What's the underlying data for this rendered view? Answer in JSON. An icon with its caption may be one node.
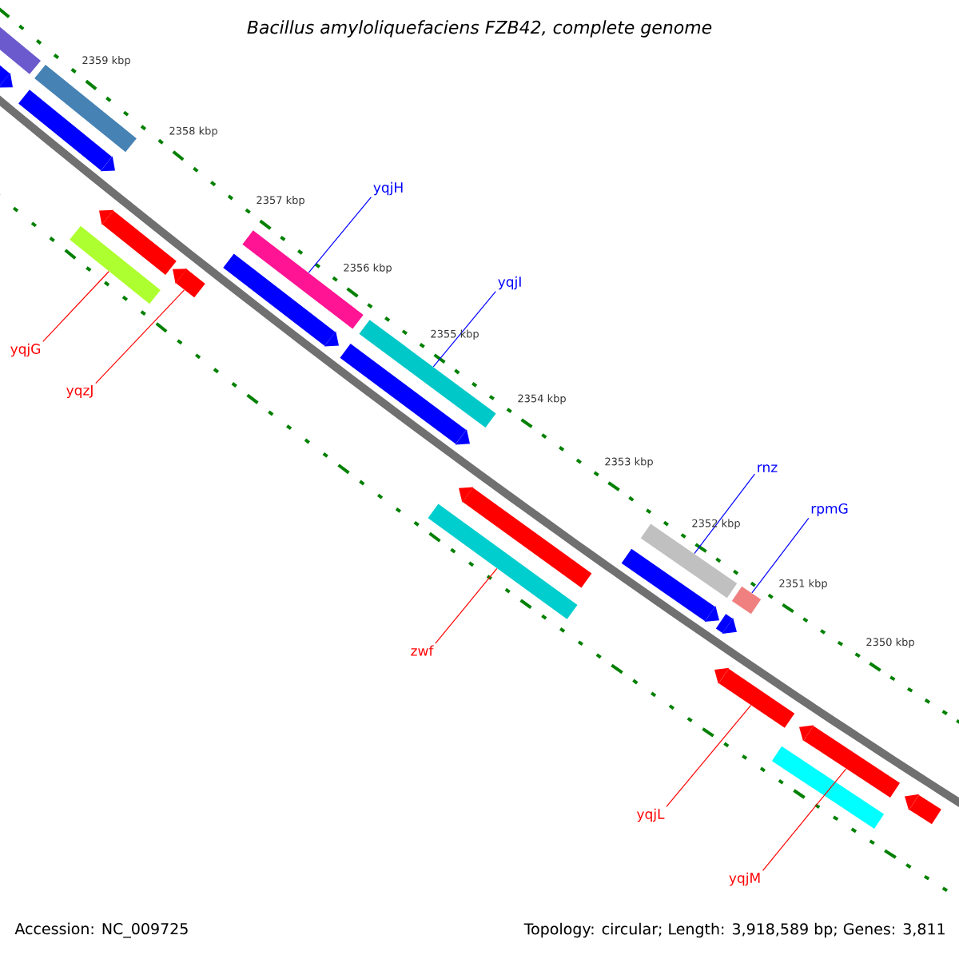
{
  "diagram": {
    "title": "Bacillus amyloliquefaciens FZB42, complete genome",
    "nodes": [
      {
        "text": [
          "yqjH"
        ]
      },
      {
        "text": [],
        "shape": "bar"
      },
      {
        "text": [
          "yqjI"
        ]
      },
      {
        "text": [],
        "shape": "bar"
      },
      {
        "text": [
          "rnz"
        ]
      },
      {
        "text": [],
        "shape": "bar"
      },
      {
        "text": [
          "rpmG"
        ]
      },
      {
        "text": [],
        "shape": "bar"
      },
      {
        "text": [
          "yqjG"
        ]
      },
      {
        "text": [],
        "shape": "bar"
      },
      {
        "text": [
          "yqzJ"
        ]
      },
      {
        "text": [],
        "shape": "bar"
      },
      {
        "text": [
          "zwf"
        ]
      },
      {
        "text": [],
        "shape": "bar"
      },
      {
        "text": [
          "yqjL"
        ]
      },
      {
        "text": [],
        "shape": "bar"
      },
      {
        "text": [
          "yqjM"
        ]
      },
      {
        "text": [],
        "shape": "bar"
      },
      {
        "text": [],
        "shape": "bar"
      },
      {
        "text": [],
        "shape": "bar"
      },
      {
        "text": [],
        "shape": "bar"
      },
      {
        "text": [],
        "shape": "bar"
      },
      {
        "text": [],
        "shape": "bar"
      },
      {
        "text": [],
        "shape": "bar"
      },
      {
        "text": [],
        "shape": "bar"
      },
      {
        "text": [],
        "shape": "bar"
      },
      {
        "text": [],
        "shape": "bar"
      },
      {
        "text": [],
        "shape": "bar"
      },
      {
        "text": [],
        "shape": "bar"
      },
      {
        "text": [],
        "shape": "bar"
      }
    ],
    "edges": [
      {
        "from": 0,
        "to": 1,
        "arrow": "none",
        "color": "#0000ff"
      },
      {
        "from": 2,
        "to": 3,
        "arrow": "none",
        "color": "#0000ff"
      },
      {
        "from": 4,
        "to": 5,
        "arrow": "none",
        "color": "#0000ff"
      },
      {
        "from": 6,
        "to": 7,
        "arrow": "none",
        "color": "#0000ff"
      },
      {
        "from": 8,
        "to": 9,
        "arrow": "none"
      },
      {
        "from": 10,
        "to": 11,
        "arrow": "none"
      },
      {
        "from": 12,
        "to": 13,
        "arrow": "none"
      },
      {
        "from": 14,
        "to": 15,
        "arrow": "none"
      },
      {
        "from": 16,
        "to": 17,
        "arrow": "none"
      }
    ],
    "labels": [
      "2359 kbp",
      "2358 kbp",
      "2357 kbp",
      "2356 kbp",
      "2355 kbp",
      "2354 kbp",
      "2353 kbp",
      "2352 kbp",
      "2351 kbp",
      "2350 kbp",
      "Accession: NC_009725",
      "Topology: circular; Length: 3,918,589 bp; Genes: 3,811"
    ]
  }
}
